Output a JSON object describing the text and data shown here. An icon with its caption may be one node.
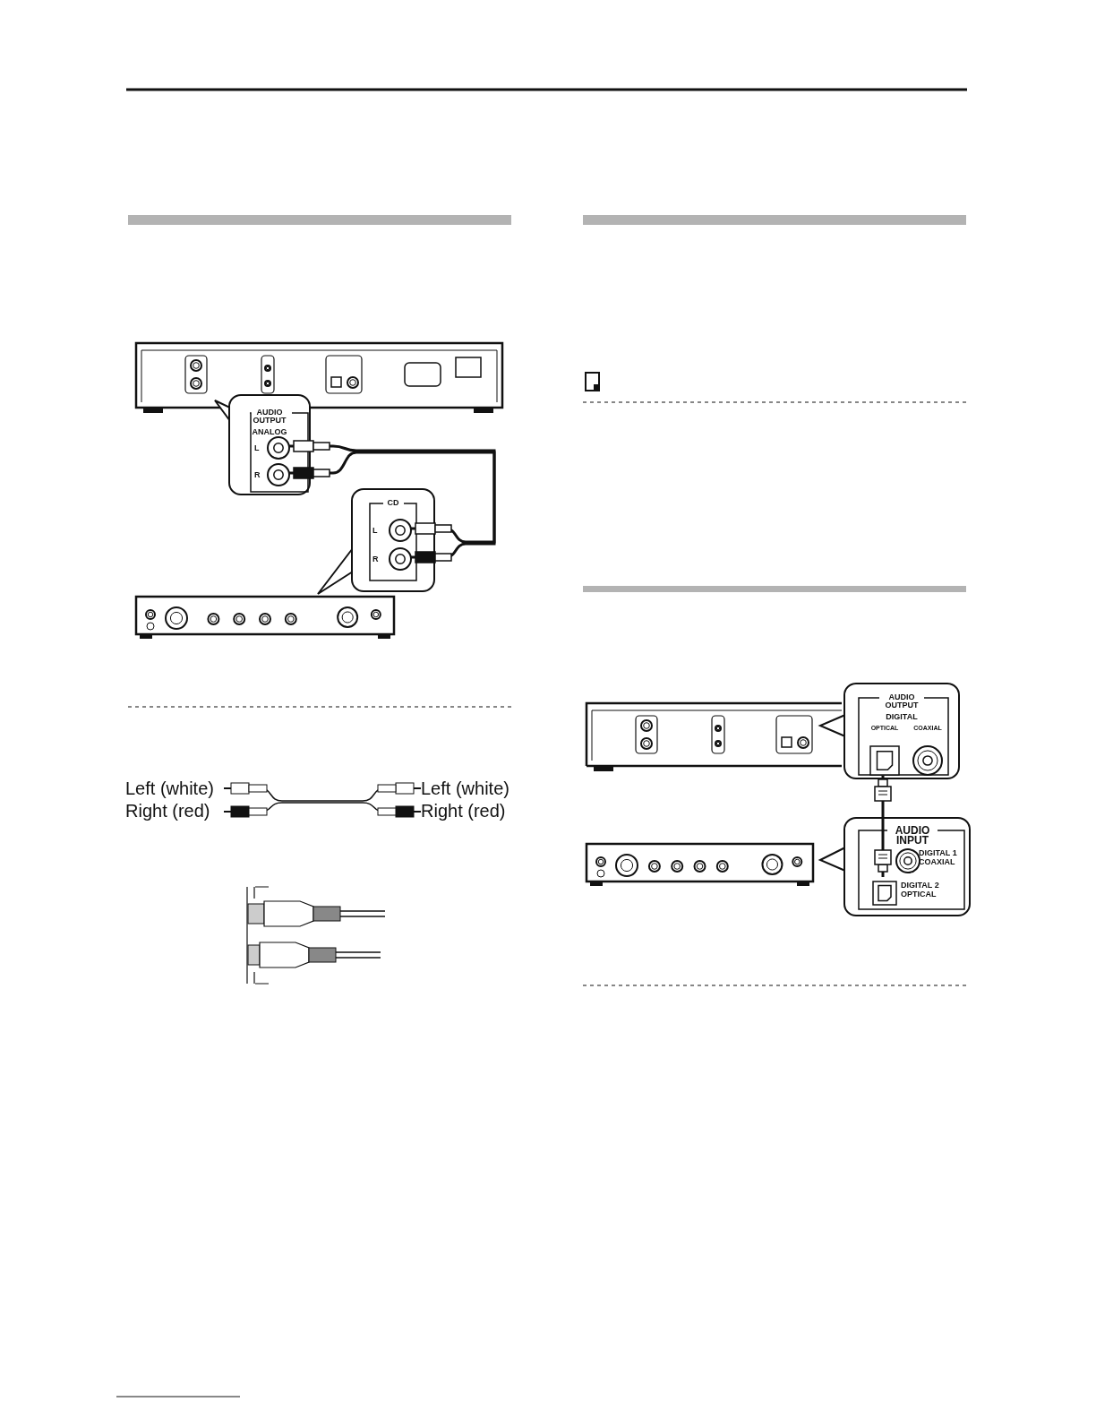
{
  "diagram": {
    "nodes": [
      {
        "text": [
          "AUDIO OUTPUT",
          "ANALOG"
        ]
      },
      {
        "text": [
          "L"
        ],
        "in": 0
      },
      {
        "text": [
          "R"
        ],
        "in": 0
      },
      {
        "text": [
          "CD"
        ]
      },
      {
        "text": [
          "L"
        ],
        "in": 3
      },
      {
        "text": [
          "R"
        ],
        "in": 3
      },
      {
        "text": [
          "AUDIO OUTPUT",
          "DIGITAL"
        ]
      },
      {
        "text": [
          "OPTICAL"
        ],
        "in": 6
      },
      {
        "text": [
          "COAXIAL"
        ],
        "in": 6
      },
      {
        "text": [
          "AUDIO INPUT"
        ]
      },
      {
        "text": [
          "DIGITAL 1 COAXIAL"
        ],
        "in": 9
      },
      {
        "text": [
          "DIGITAL 2 OPTICAL"
        ],
        "in": 9
      }
    ],
    "edges": [
      {
        "from": 1,
        "to": 4,
        "arrow": "other"
      },
      {
        "from": 2,
        "to": 5,
        "arrow": "other"
      },
      {
        "from": 7,
        "to": 11,
        "arrow": "other"
      }
    ],
    "labels": [
      "Left (white)",
      "Right (red)",
      "Left (white)",
      "Right (red)"
    ]
  }
}
